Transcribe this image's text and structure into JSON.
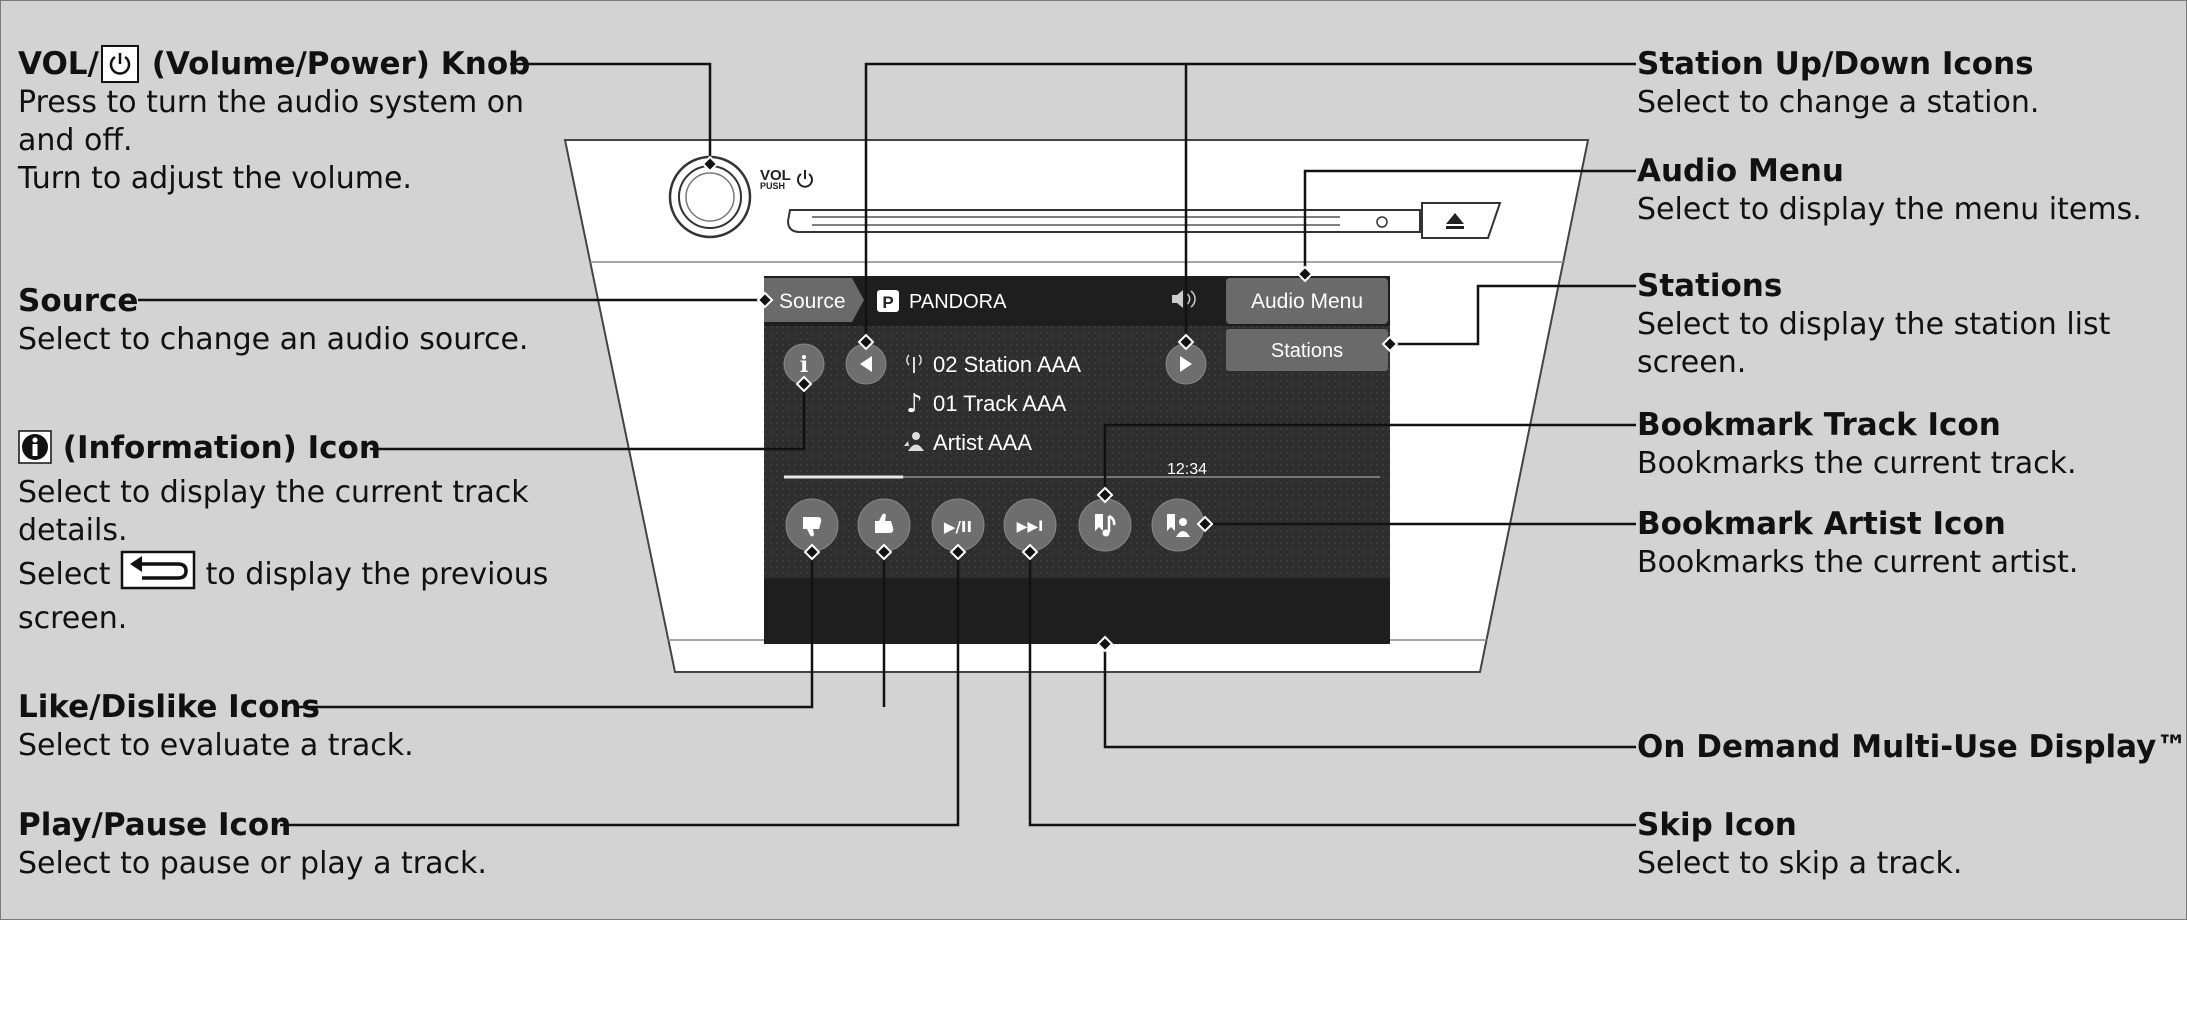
{
  "labels": {
    "vol": {
      "t1": "VOL/",
      "t2": "(Volume/Power) Knob",
      "d1": "Press to turn the audio system on and off.",
      "d2": "Turn to adjust the volume."
    },
    "source": {
      "t": "Source",
      "d": "Select to change an audio source."
    },
    "info": {
      "t": "(Information) Icon",
      "d1": "Select to display the current track details.",
      "d2a": "Select",
      "d2b": "to display the previous screen."
    },
    "likedislike": {
      "t": "Like/Dislike Icons",
      "d": "Select to evaluate a track."
    },
    "playpause": {
      "t": "Play/Pause Icon",
      "d": "Select to pause or play a track."
    },
    "stationupdown": {
      "t": "Station Up/Down Icons",
      "d": "Select to change a station."
    },
    "audiomenu": {
      "t": "Audio Menu",
      "d": "Select to display the menu items."
    },
    "stations": {
      "t": "Stations",
      "d": "Select to display the station list screen."
    },
    "bookmarktrack": {
      "t": "Bookmark Track Icon",
      "d": "Bookmarks the current track."
    },
    "bookmarkartist": {
      "t": "Bookmark Artist Icon",
      "d": "Bookmarks the current artist."
    },
    "ondemand": {
      "t": "On Demand Multi-Use Display™"
    },
    "skip": {
      "t": "Skip Icon",
      "d": "Select to skip a track."
    }
  },
  "device": {
    "knob_top": "VOL",
    "knob_bottom": "PUSH",
    "screen": {
      "source_tab": "Source",
      "source_badge": "P",
      "source_name": "PANDORA",
      "audio_menu": "Audio Menu",
      "stations": "Stations",
      "station": "02 Station AAA",
      "track": "01 Track AAA",
      "artist": "Artist AAA",
      "time": "12:34",
      "progress": 0.2,
      "play_pause": "▶/II",
      "skip": "▶▶I"
    }
  },
  "colors": {
    "background": "#d3d3d4",
    "screen": "#2b2b2b",
    "button": "#6e6e6e"
  }
}
